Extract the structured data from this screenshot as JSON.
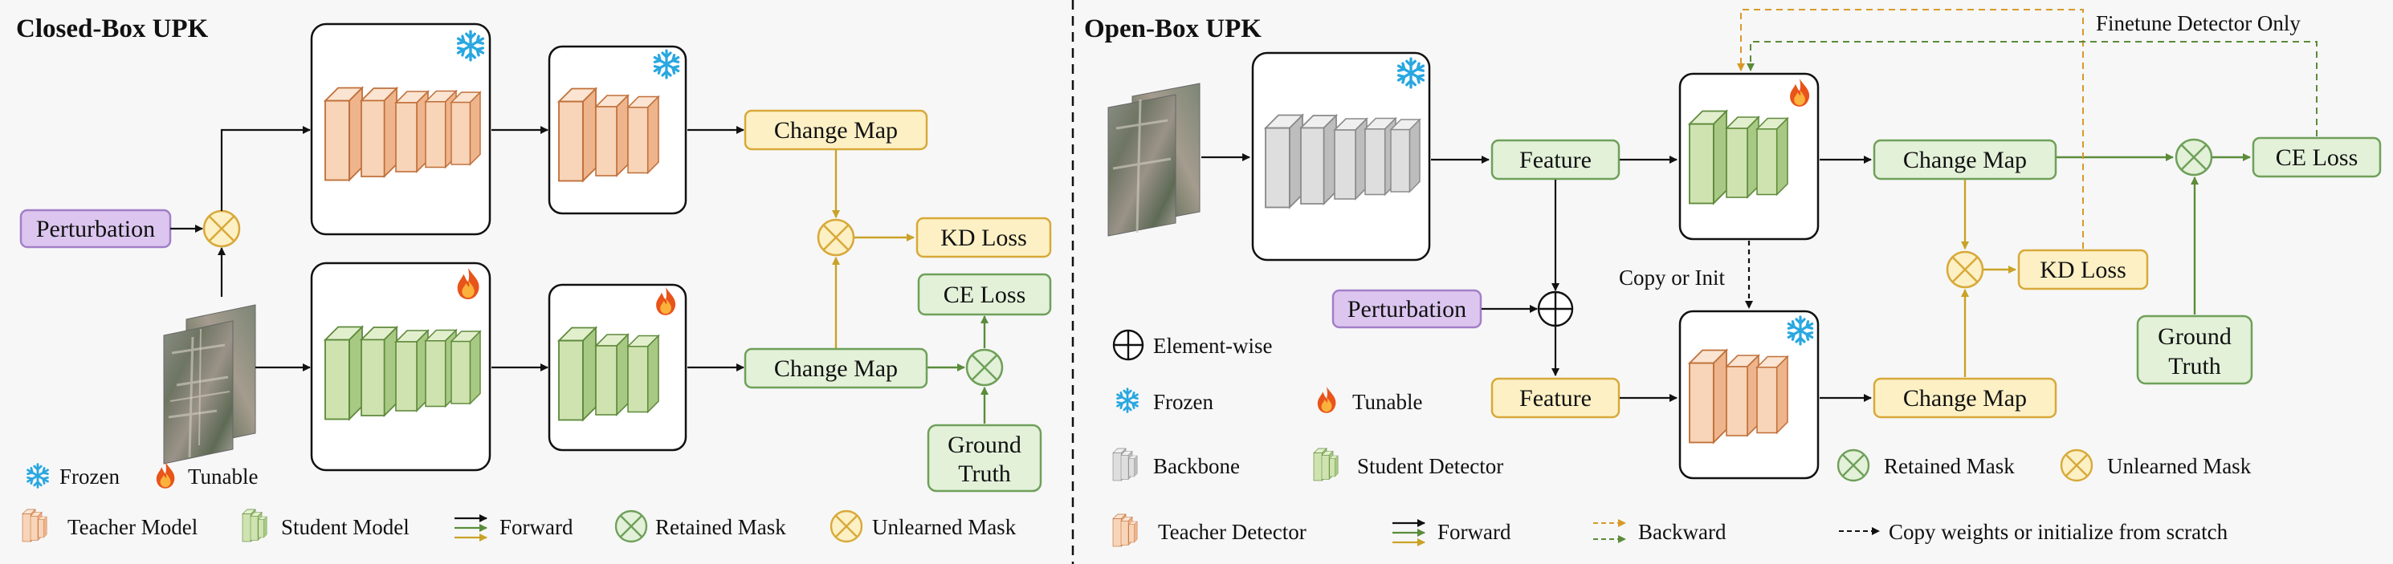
{
  "closed_box": {
    "title": "Closed-Box UPK",
    "perturbation": "Perturbation",
    "change_map_top": "Change Map",
    "change_map_bottom": "Change Map",
    "kd_loss": "KD Loss",
    "ce_loss": "CE Loss",
    "ground_truth_line1": "Ground",
    "ground_truth_line2": "Truth",
    "legend": {
      "frozen": "Frozen",
      "tunable": "Tunable",
      "teacher_model": "Teacher Model",
      "student_model": "Student Model",
      "forward": "Forward",
      "retained_mask": "Retained Mask",
      "unlearned_mask": "Unlearned Mask"
    }
  },
  "open_box": {
    "title": "Open-Box UPK",
    "feature_top": "Feature",
    "feature_bottom": "Feature",
    "perturbation": "Perturbation",
    "copy_or_init": "Copy or Init",
    "finetune_only": "Finetune Detector Only",
    "change_map_top": "Change Map",
    "change_map_bottom": "Change Map",
    "kd_loss": "KD Loss",
    "ce_loss": "CE Loss",
    "ground_truth_line1": "Ground",
    "ground_truth_line2": "Truth",
    "legend": {
      "element_wise": "Element-wise",
      "frozen": "Frozen",
      "tunable": "Tunable",
      "backbone": "Backbone",
      "student_detector": "Student Detector",
      "retained_mask": "Retained Mask",
      "unlearned_mask": "Unlearned Mask",
      "teacher_detector": "Teacher Detector",
      "forward": "Forward",
      "backward": "Backward",
      "copy_weights": "Copy weights or initialize from scratch"
    }
  },
  "colors": {
    "teacher_fill": "#f8d4b8",
    "teacher_stroke": "#c0703a",
    "student_fill": "#cfe3b0",
    "student_stroke": "#5f8a3c",
    "backbone_fill": "#dedede",
    "backbone_stroke": "#8a8a8a",
    "yellow_box_fill": "#fdf0c4",
    "yellow_box_stroke": "#d8a93a",
    "green_box_fill": "#e3f1d9",
    "green_box_stroke": "#6fa05a",
    "purple_box_fill": "#dcc6ef",
    "purple_box_stroke": "#a27fc7",
    "arrow_green": "#5a8c3a",
    "arrow_yellow": "#c9a227",
    "arrow_black": "#111111",
    "snow_blue": "#29a7e0",
    "flame_orange": "#f07a1a"
  },
  "icons": {
    "frozen": "snowflake-icon",
    "tunable": "flame-icon",
    "retained_mask": "circled-times-icon",
    "unlearned_mask": "circled-times-icon",
    "element_wise": "circled-plus-icon"
  }
}
